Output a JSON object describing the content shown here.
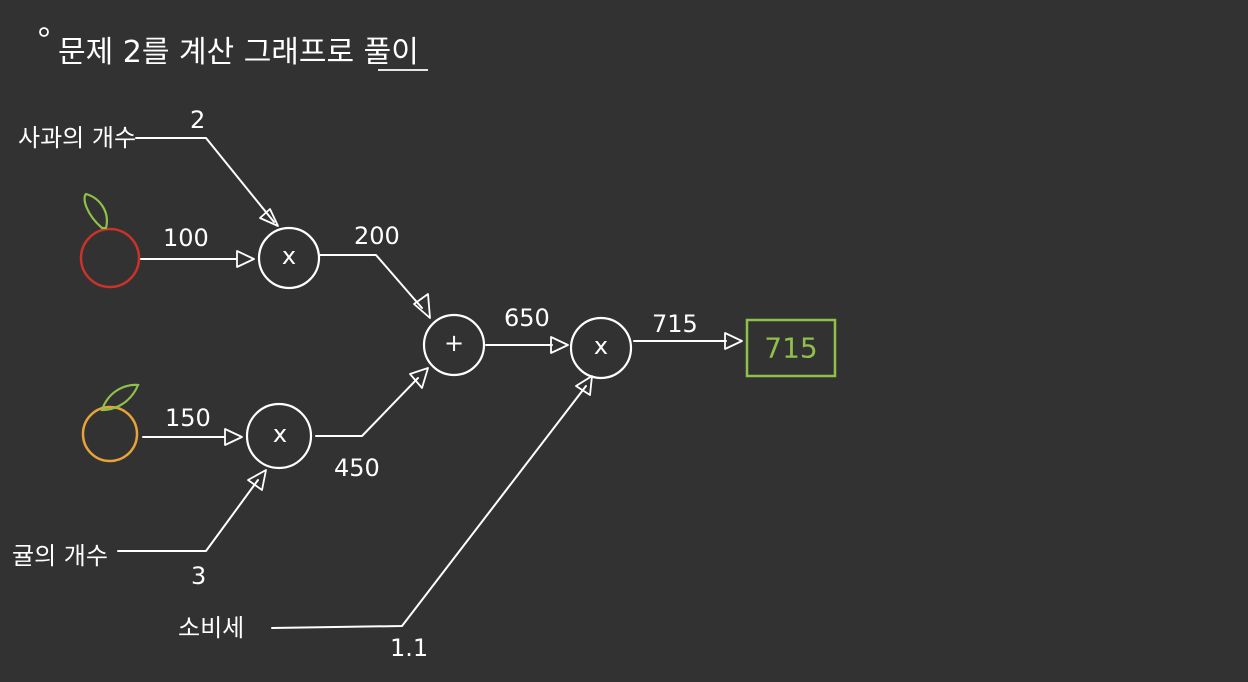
{
  "title": "문제 2를 계산 그래프로 풀이",
  "labels": {
    "apple_count": "사과의 개수",
    "orange_count": "귤의 개수",
    "tax": "소비세"
  },
  "values": {
    "apple_count": "2",
    "apple_price": "100",
    "apple_total": "200",
    "orange_price": "150",
    "orange_total": "450",
    "orange_count": "3",
    "sum": "650",
    "final": "715",
    "tax": "1.1"
  },
  "operators": {
    "mul_apple": "x",
    "mul_orange": "x",
    "add": "+",
    "mul_tax": "x"
  },
  "result": "715",
  "colors": {
    "background": "#323232",
    "ink": "#ffffff",
    "apple": "#c8332a",
    "orange": "#e8a23a",
    "leaf": "#8fc04a",
    "result": "#8fc04a"
  }
}
